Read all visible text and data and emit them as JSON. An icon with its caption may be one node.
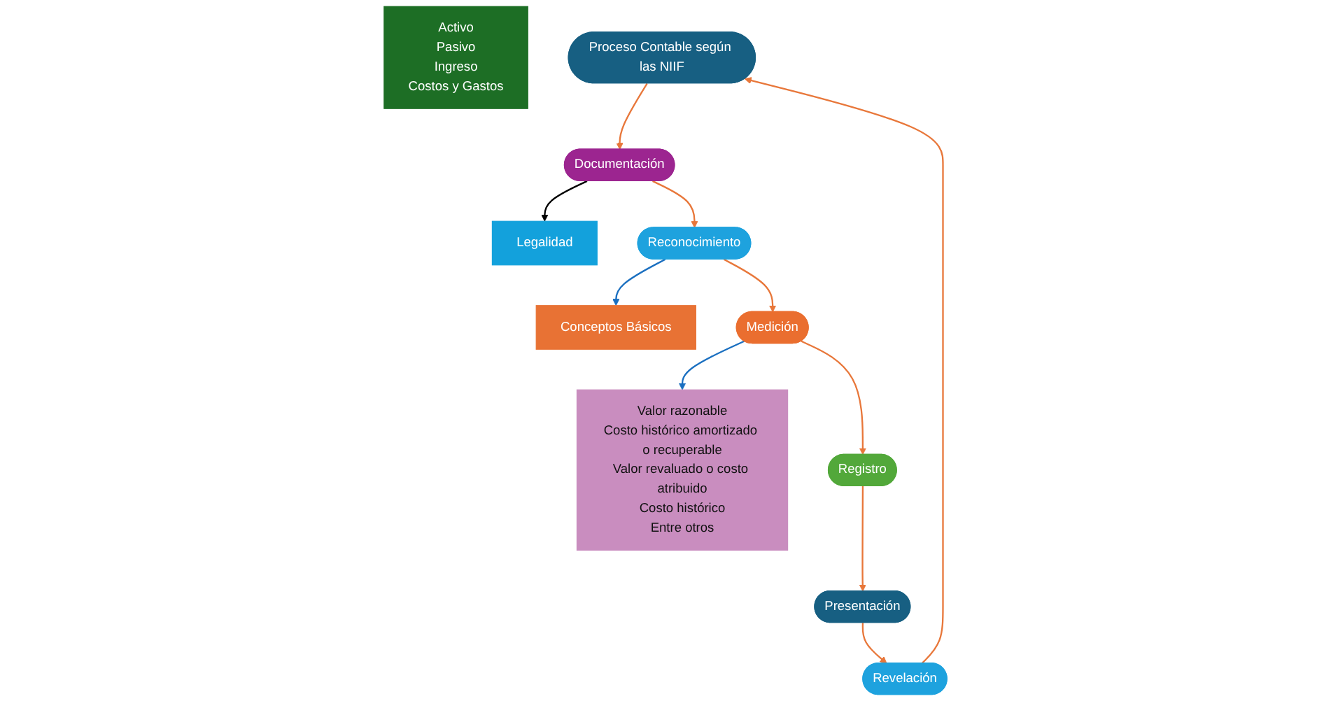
{
  "diagram": {
    "nodes": [
      {
        "text": [
          "Proceso Contable según las NIIF"
        ]
      },
      {
        "text": [
          "Documentación"
        ]
      },
      {
        "text": [
          "Legalidad"
        ]
      },
      {
        "text": [
          "Reconocimiento"
        ]
      },
      {
        "text": [
          "Conceptos Básicos"
        ]
      },
      {
        "text": [
          "Activo",
          "Pasivo",
          "Ingreso",
          "Costos y Gastos"
        ]
      },
      {
        "text": [
          "Medición"
        ]
      },
      {
        "text": [
          "Valor razonable",
          "Costo histórico amortizado o recuperable",
          "Valor revaluado o costo atribuido",
          "Costo histórico",
          "Entre otros"
        ]
      },
      {
        "text": [
          "Registro"
        ]
      },
      {
        "text": [
          "Presentación"
        ]
      },
      {
        "text": [
          "Revelación"
        ]
      }
    ],
    "edges": [
      {
        "from": 0,
        "to": 1,
        "arrow": "to"
      },
      {
        "from": 1,
        "to": 2,
        "arrow": "to",
        "color": "#000000"
      },
      {
        "from": 1,
        "to": 3,
        "arrow": "to"
      },
      {
        "from": 3,
        "to": 4,
        "arrow": "to",
        "color": "#1a6fc0"
      },
      {
        "from": 3,
        "to": 6,
        "arrow": "to"
      },
      {
        "from": 6,
        "to": 7,
        "arrow": "to",
        "color": "#1a6fc0"
      },
      {
        "from": 6,
        "to": 8,
        "arrow": "to"
      },
      {
        "from": 8,
        "to": 9,
        "arrow": "to"
      },
      {
        "from": 9,
        "to": 10,
        "arrow": "to"
      },
      {
        "from": 10,
        "to": 0,
        "arrow": "to"
      }
    ]
  }
}
